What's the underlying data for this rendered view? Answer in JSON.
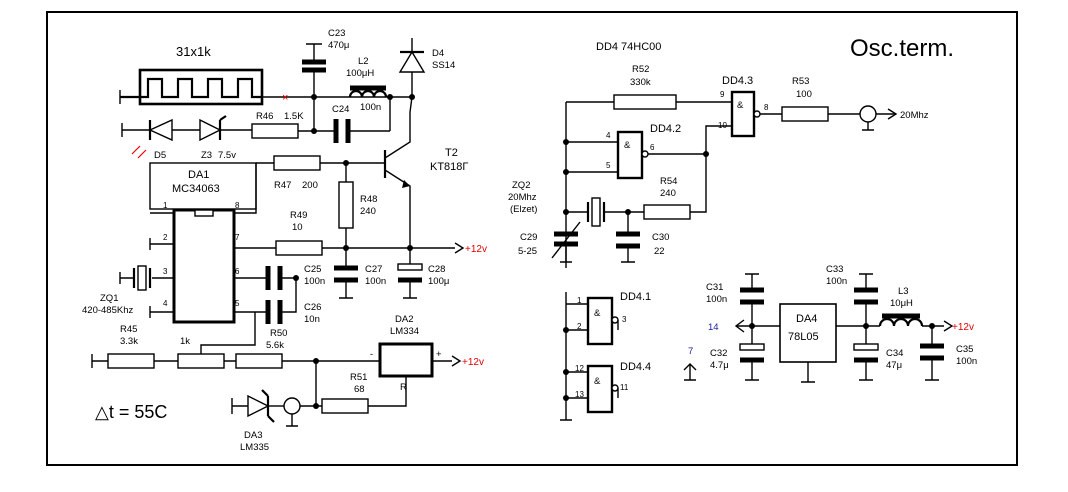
{
  "title": "Osc.term.",
  "bulb_label": "31x1k",
  "delta_t": "△t = 55C",
  "ic_header": "DD4  74HC00",
  "parts": {
    "c23": {
      "ref": "C23",
      "val": "470μ"
    },
    "l2": {
      "ref": "L2",
      "val": "100μH"
    },
    "d4": {
      "ref": "D4",
      "val": "SS14"
    },
    "c24": {
      "ref": "C24",
      "val": "100n"
    },
    "r46": {
      "ref": "R46",
      "val": "1.5K"
    },
    "d5": {
      "ref": "D5"
    },
    "z3": {
      "ref": "Z3",
      "val": "7.5v"
    },
    "t2": {
      "ref": "T2",
      "val": "KT818Г"
    },
    "da1": {
      "ref": "DA1",
      "val": "MC34063"
    },
    "r47": {
      "ref": "R47",
      "val": "200"
    },
    "r48": {
      "ref": "R48",
      "val": "240"
    },
    "r49": {
      "ref": "R49",
      "val": "10"
    },
    "c25": {
      "ref": "C25",
      "val": "100n"
    },
    "c26": {
      "ref": "C26",
      "val": "10n"
    },
    "c27": {
      "ref": "C27",
      "val": "100n"
    },
    "c28": {
      "ref": "C28",
      "val": "100μ"
    },
    "zq1": {
      "ref": "ZQ1",
      "val": "420-485Khz"
    },
    "r45": {
      "ref": "R45",
      "val": "3.3k"
    },
    "pot": {
      "val": "1k"
    },
    "r50": {
      "ref": "R50",
      "val": "5.6k"
    },
    "da2": {
      "ref": "DA2",
      "val": "LM334"
    },
    "r51": {
      "ref": "R51",
      "val": "68"
    },
    "da3": {
      "ref": "DA3",
      "val": "LM335"
    },
    "r52": {
      "ref": "R52",
      "val": "330k"
    },
    "dd43": {
      "ref": "DD4.3"
    },
    "r53": {
      "ref": "R53",
      "val": "100"
    },
    "dd42": {
      "ref": "DD4.2"
    },
    "zq2": {
      "ref": "ZQ2",
      "val": "20Mhz",
      "note": "(Elzet)"
    },
    "r54": {
      "ref": "R54",
      "val": "240"
    },
    "c29": {
      "ref": "C29",
      "val": "5-25"
    },
    "c30": {
      "ref": "C30",
      "val": "22"
    },
    "dd41": {
      "ref": "DD4.1"
    },
    "dd44": {
      "ref": "DD4.4"
    },
    "c31": {
      "ref": "C31",
      "val": "100n"
    },
    "c32": {
      "ref": "C32",
      "val": "4.7μ"
    },
    "da4": {
      "val": "78L05"
    },
    "c33": {
      "ref": "C33",
      "val": "100n"
    },
    "l3": {
      "ref": "L3",
      "val": "10μH"
    },
    "c34": {
      "ref": "C34",
      "val": "47μ"
    },
    "c35": {
      "ref": "C35",
      "val": "100n"
    }
  },
  "pins": {
    "da1": [
      "1",
      "8",
      "2",
      "7",
      "3",
      "6",
      "4",
      "5"
    ],
    "da2": {
      "minus": "-",
      "plus": "+",
      "r": "R"
    },
    "dd43": {
      "in1": "9",
      "in2": "10",
      "out": "8"
    },
    "dd42": {
      "in1": "4",
      "in2": "5",
      "out": "6"
    },
    "dd41": {
      "in1": "1",
      "in2": "2",
      "out": "3"
    },
    "dd44": {
      "in1": "12",
      "in2": "13",
      "out": "11"
    },
    "da4": {
      "gnd": "7",
      "vcc": "14"
    },
    "gate_symbol": "&"
  },
  "nets": {
    "v12": "+12v",
    "out": "20Mhz",
    "v14": "14",
    "v7": "7"
  },
  "colors": {
    "supply_label": "#e00000",
    "pin_label": "#1a1aa0"
  }
}
